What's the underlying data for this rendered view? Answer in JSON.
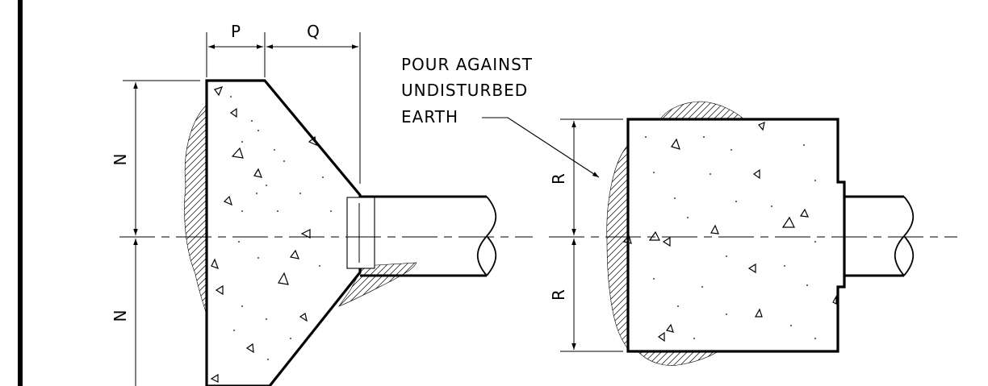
{
  "dimension_labels": {
    "p": "P",
    "q": "Q",
    "n_upper": "N",
    "n_lower": "N",
    "r_upper": "R",
    "r_lower": "R"
  },
  "note": {
    "line1": "POUR AGAINST",
    "line2": "UNDISTURBED",
    "line3": "EARTH"
  }
}
